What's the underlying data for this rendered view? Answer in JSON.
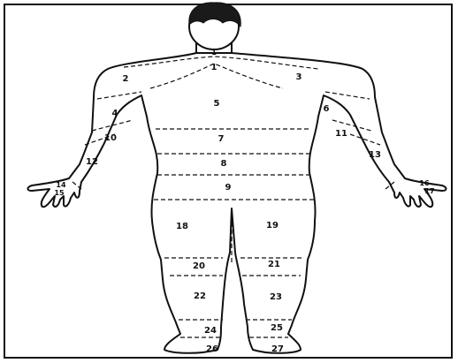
{
  "diagram": {
    "segments": {
      "s1": "1",
      "s2": "2",
      "s3": "3",
      "s4": "4",
      "s5": "5",
      "s6": "6",
      "s7": "7",
      "s8": "8",
      "s9": "9",
      "s10": "10",
      "s11": "11",
      "s12": "12",
      "s13": "13",
      "s14": "14",
      "s15": "15",
      "s16": "16",
      "s17": "17",
      "s18": "18",
      "s19": "19",
      "s20": "20",
      "s21": "21",
      "s22": "22",
      "s23": "23",
      "s24": "24",
      "s25": "25",
      "s26": "26",
      "s27": "27"
    },
    "colors": {
      "line": "#111111",
      "background": "#ffffff",
      "hair": "#1a1a1a"
    }
  }
}
